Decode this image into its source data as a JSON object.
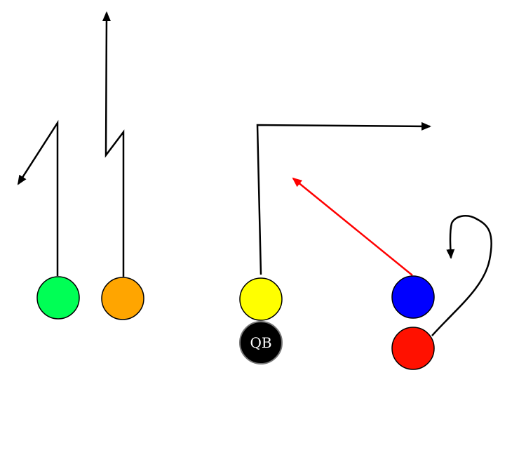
{
  "diagram": {
    "players": [
      {
        "role": "receiver-left-outside",
        "color": "#00ff55"
      },
      {
        "role": "receiver-left-slot",
        "color": "#ffa500"
      },
      {
        "role": "center-receiver",
        "color": "#ffff00"
      },
      {
        "role": "quarterback",
        "label": "QB",
        "color": "#000000"
      },
      {
        "role": "receiver-right-top",
        "color": "#0000ff"
      },
      {
        "role": "receiver-right-bottom",
        "color": "#ff1100"
      }
    ],
    "colors": {
      "route": "#000000",
      "pass": "#ff0000"
    }
  }
}
